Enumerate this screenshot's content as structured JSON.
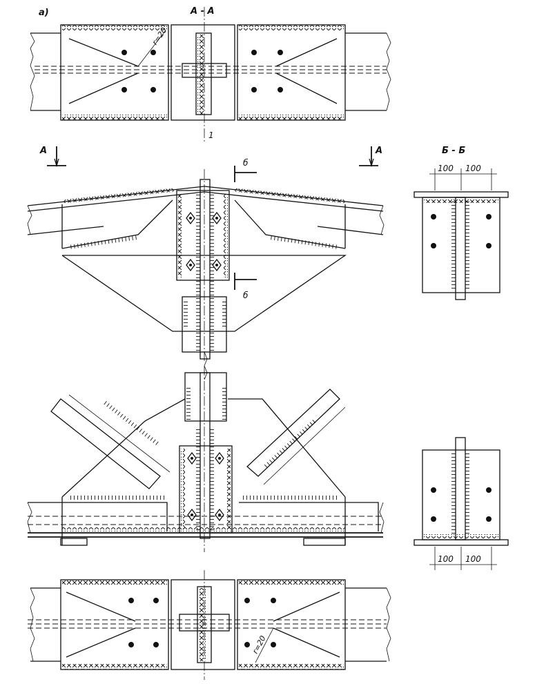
{
  "labels": {
    "fig_a": "а)",
    "section_aa": "А - А",
    "mark_1": "1",
    "cut_a_left": "А",
    "cut_a_right": "А",
    "cut_b_top": "б",
    "cut_b_bottom": "б",
    "section_bb": "Б - Б",
    "radius_top": "r=20",
    "radius_bottom": "r=20",
    "dim_top_left": "100",
    "dim_top_right": "100",
    "dim_bot_left": "100",
    "dim_bot_right": "100"
  }
}
